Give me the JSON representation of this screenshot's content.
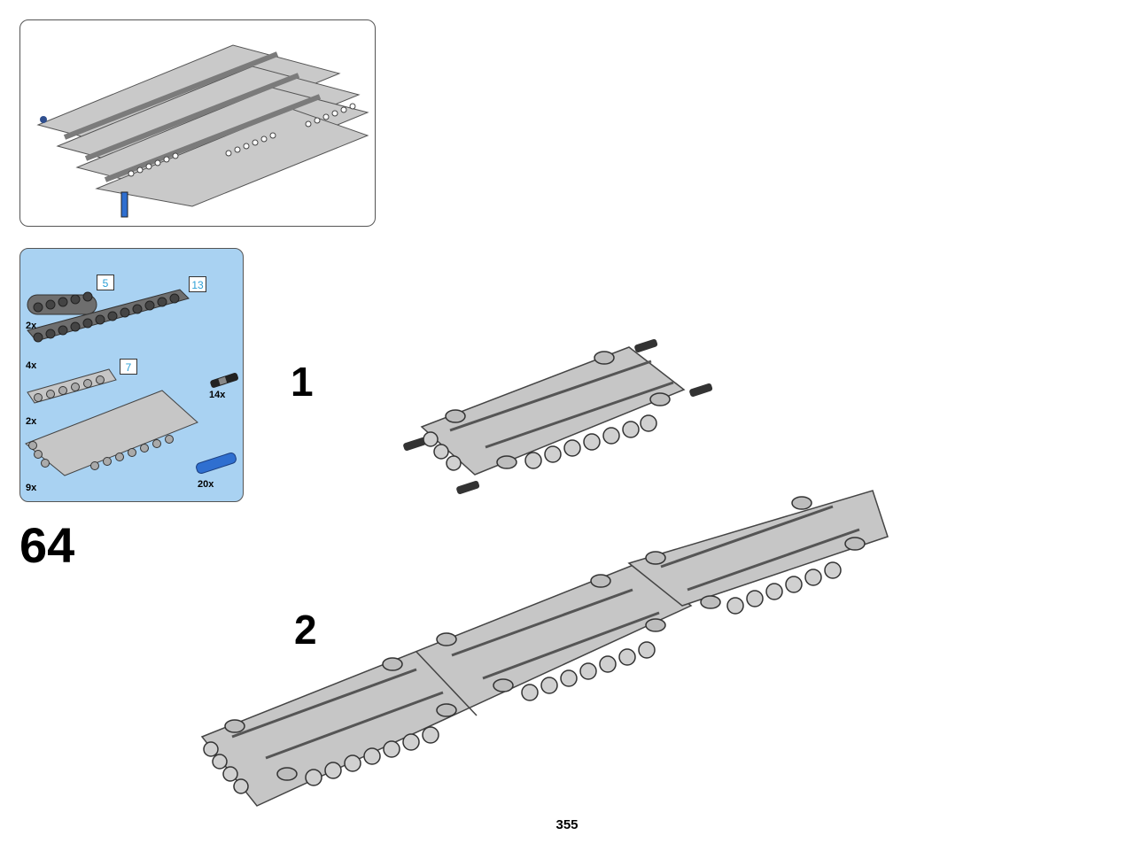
{
  "step": {
    "number": "64"
  },
  "page": {
    "number": "355"
  },
  "substeps": [
    {
      "label": "1"
    },
    {
      "label": "2"
    }
  ],
  "parts_list": [
    {
      "qty": "2x",
      "length": "5",
      "part": "dark-gray-beam-5"
    },
    {
      "qty": "4x",
      "length": "13",
      "part": "dark-gray-beam-13"
    },
    {
      "qty": "2x",
      "length": "7",
      "part": "light-gray-beam-7"
    },
    {
      "qty": "9x",
      "length": "",
      "part": "panel-plate"
    },
    {
      "qty": "14x",
      "length": "",
      "part": "black-connector-pin"
    },
    {
      "qty": "20x",
      "length": "",
      "part": "blue-long-pin"
    }
  ],
  "colors": {
    "parts_bg": "#a9d2f2",
    "light_gray": "#c6c6c6",
    "dark_gray": "#6e6e6e",
    "blue": "#2f6fd0",
    "length_label": "#2a9fd6"
  }
}
